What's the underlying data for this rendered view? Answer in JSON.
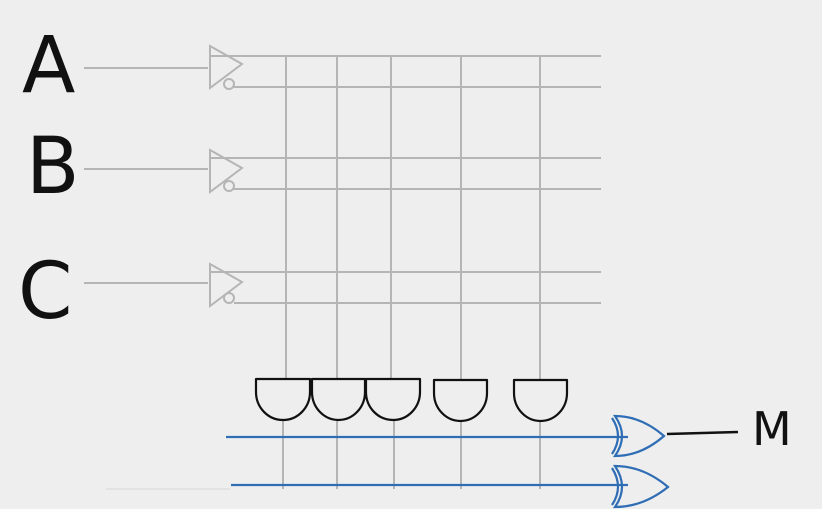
{
  "inputs": [
    {
      "label": "A"
    },
    {
      "label": "B"
    },
    {
      "label": "C"
    }
  ],
  "output": {
    "label": "M"
  },
  "colors": {
    "background": "#eeeeee",
    "wire_gray": "#b5b5b5",
    "or_blue": "#2f6db5",
    "ink": "#111111"
  },
  "components": {
    "buffers": 3,
    "and_gates": 5,
    "or_gates": 2
  }
}
